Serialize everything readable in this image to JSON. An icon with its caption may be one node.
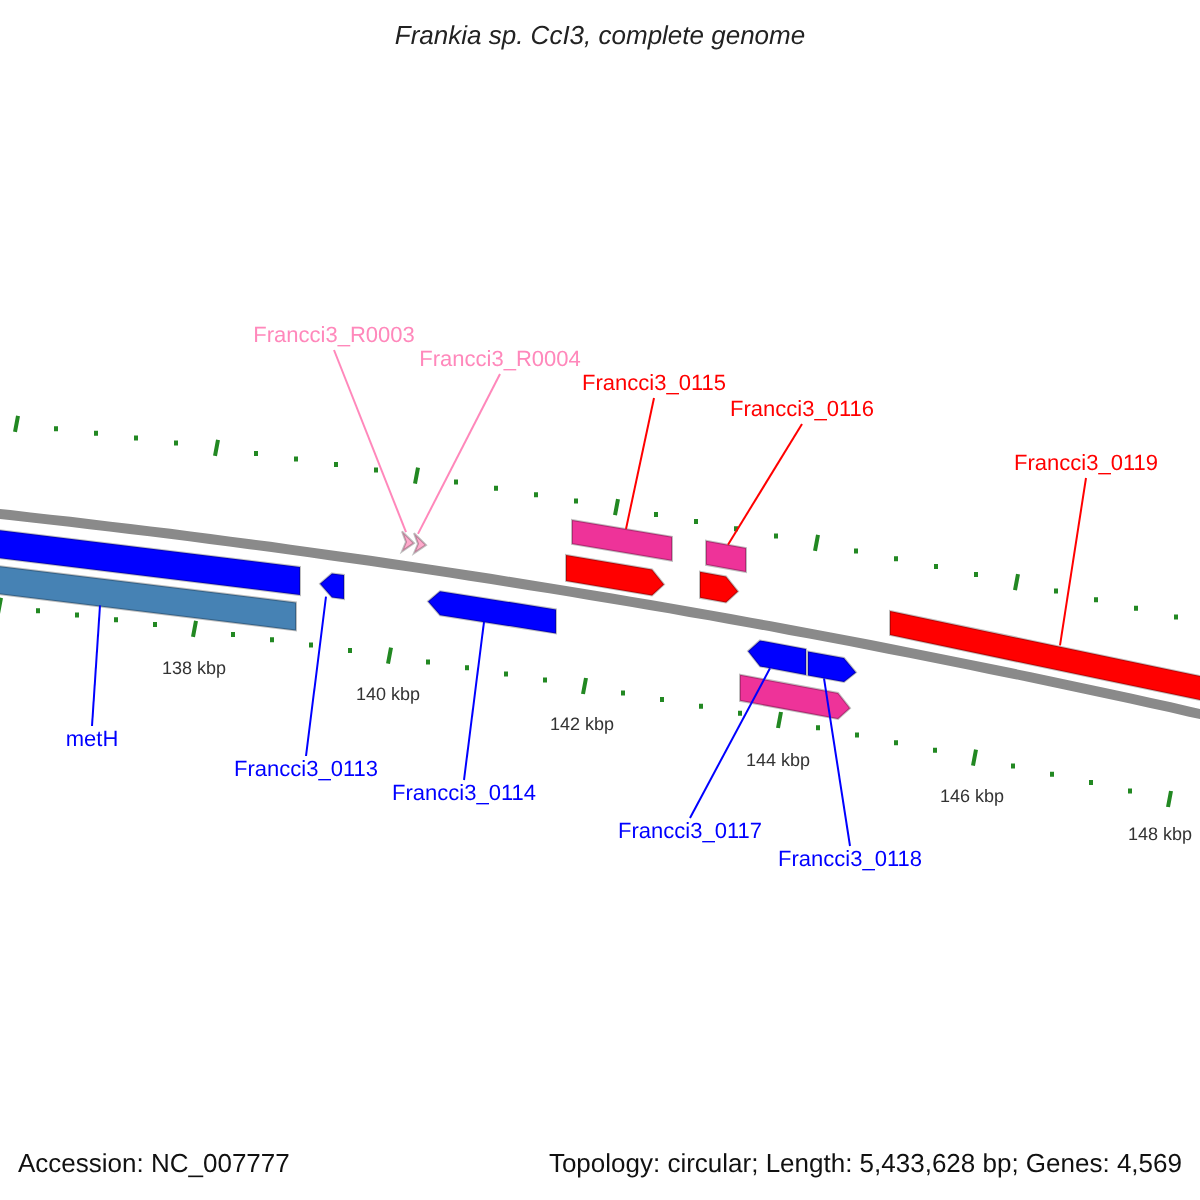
{
  "diagram": {
    "title": "Frankia sp. CcI3, complete genome",
    "nodes": [
      {
        "text": [
          "Francci3_R0003"
        ]
      },
      {
        "text": [
          "Francci3_R0004"
        ]
      },
      {
        "text": [
          "Francci3_0115"
        ]
      },
      {
        "text": [
          "Francci3_0116"
        ]
      },
      {
        "text": [
          "Francci3_0119"
        ]
      },
      {
        "text": [
          "metH"
        ]
      },
      {
        "text": [
          "Francci3_0113"
        ]
      },
      {
        "text": [
          "Francci3_0114"
        ]
      },
      {
        "text": [
          "Francci3_0117"
        ]
      },
      {
        "text": [
          "Francci3_0118"
        ]
      },
      {
        "text": [],
        "shape": "bar"
      },
      {
        "text": [],
        "shape": "bar"
      },
      {
        "text": [],
        "shape": "bar"
      },
      {
        "text": [],
        "shape": "triangle"
      },
      {
        "text": [],
        "shape": "triangle"
      },
      {
        "text": [],
        "shape": "bar"
      },
      {
        "text": [],
        "shape": "bar"
      },
      {
        "text": [],
        "shape": "bar"
      },
      {
        "text": [],
        "shape": "bar"
      },
      {
        "text": [],
        "shape": "bar"
      },
      {
        "text": [],
        "shape": "bar"
      },
      {
        "text": [],
        "shape": "bar"
      },
      {
        "text": [],
        "shape": "bar"
      },
      {
        "text": [],
        "shape": "bar"
      }
    ],
    "edges": [
      {
        "from": 0,
        "to": 13,
        "arrow": "none",
        "color": "#ff88bb"
      },
      {
        "from": 1,
        "to": 14,
        "arrow": "none",
        "color": "#ff88bb"
      },
      {
        "from": 2,
        "to": 16,
        "arrow": "none",
        "color": "#ff0000"
      },
      {
        "from": 3,
        "to": 18,
        "arrow": "none",
        "color": "#ff0000"
      },
      {
        "from": 4,
        "to": 23,
        "arrow": "none",
        "color": "#ff0000"
      },
      {
        "from": 5,
        "to": 11,
        "arrow": "none"
      },
      {
        "from": 6,
        "to": 12,
        "arrow": "none"
      },
      {
        "from": 7,
        "to": 15,
        "arrow": "none"
      },
      {
        "from": 8,
        "to": 20,
        "arrow": "none"
      },
      {
        "from": 9,
        "to": 21,
        "arrow": "none"
      }
    ],
    "labels": [
      "138 kbp",
      "140 kbp",
      "142 kbp",
      "144 kbp",
      "146 kbp",
      "148 kbp",
      "Accession: NC_007777",
      "Topology: circular; Length: 5,433,628 bp; Genes: 4,569"
    ]
  }
}
